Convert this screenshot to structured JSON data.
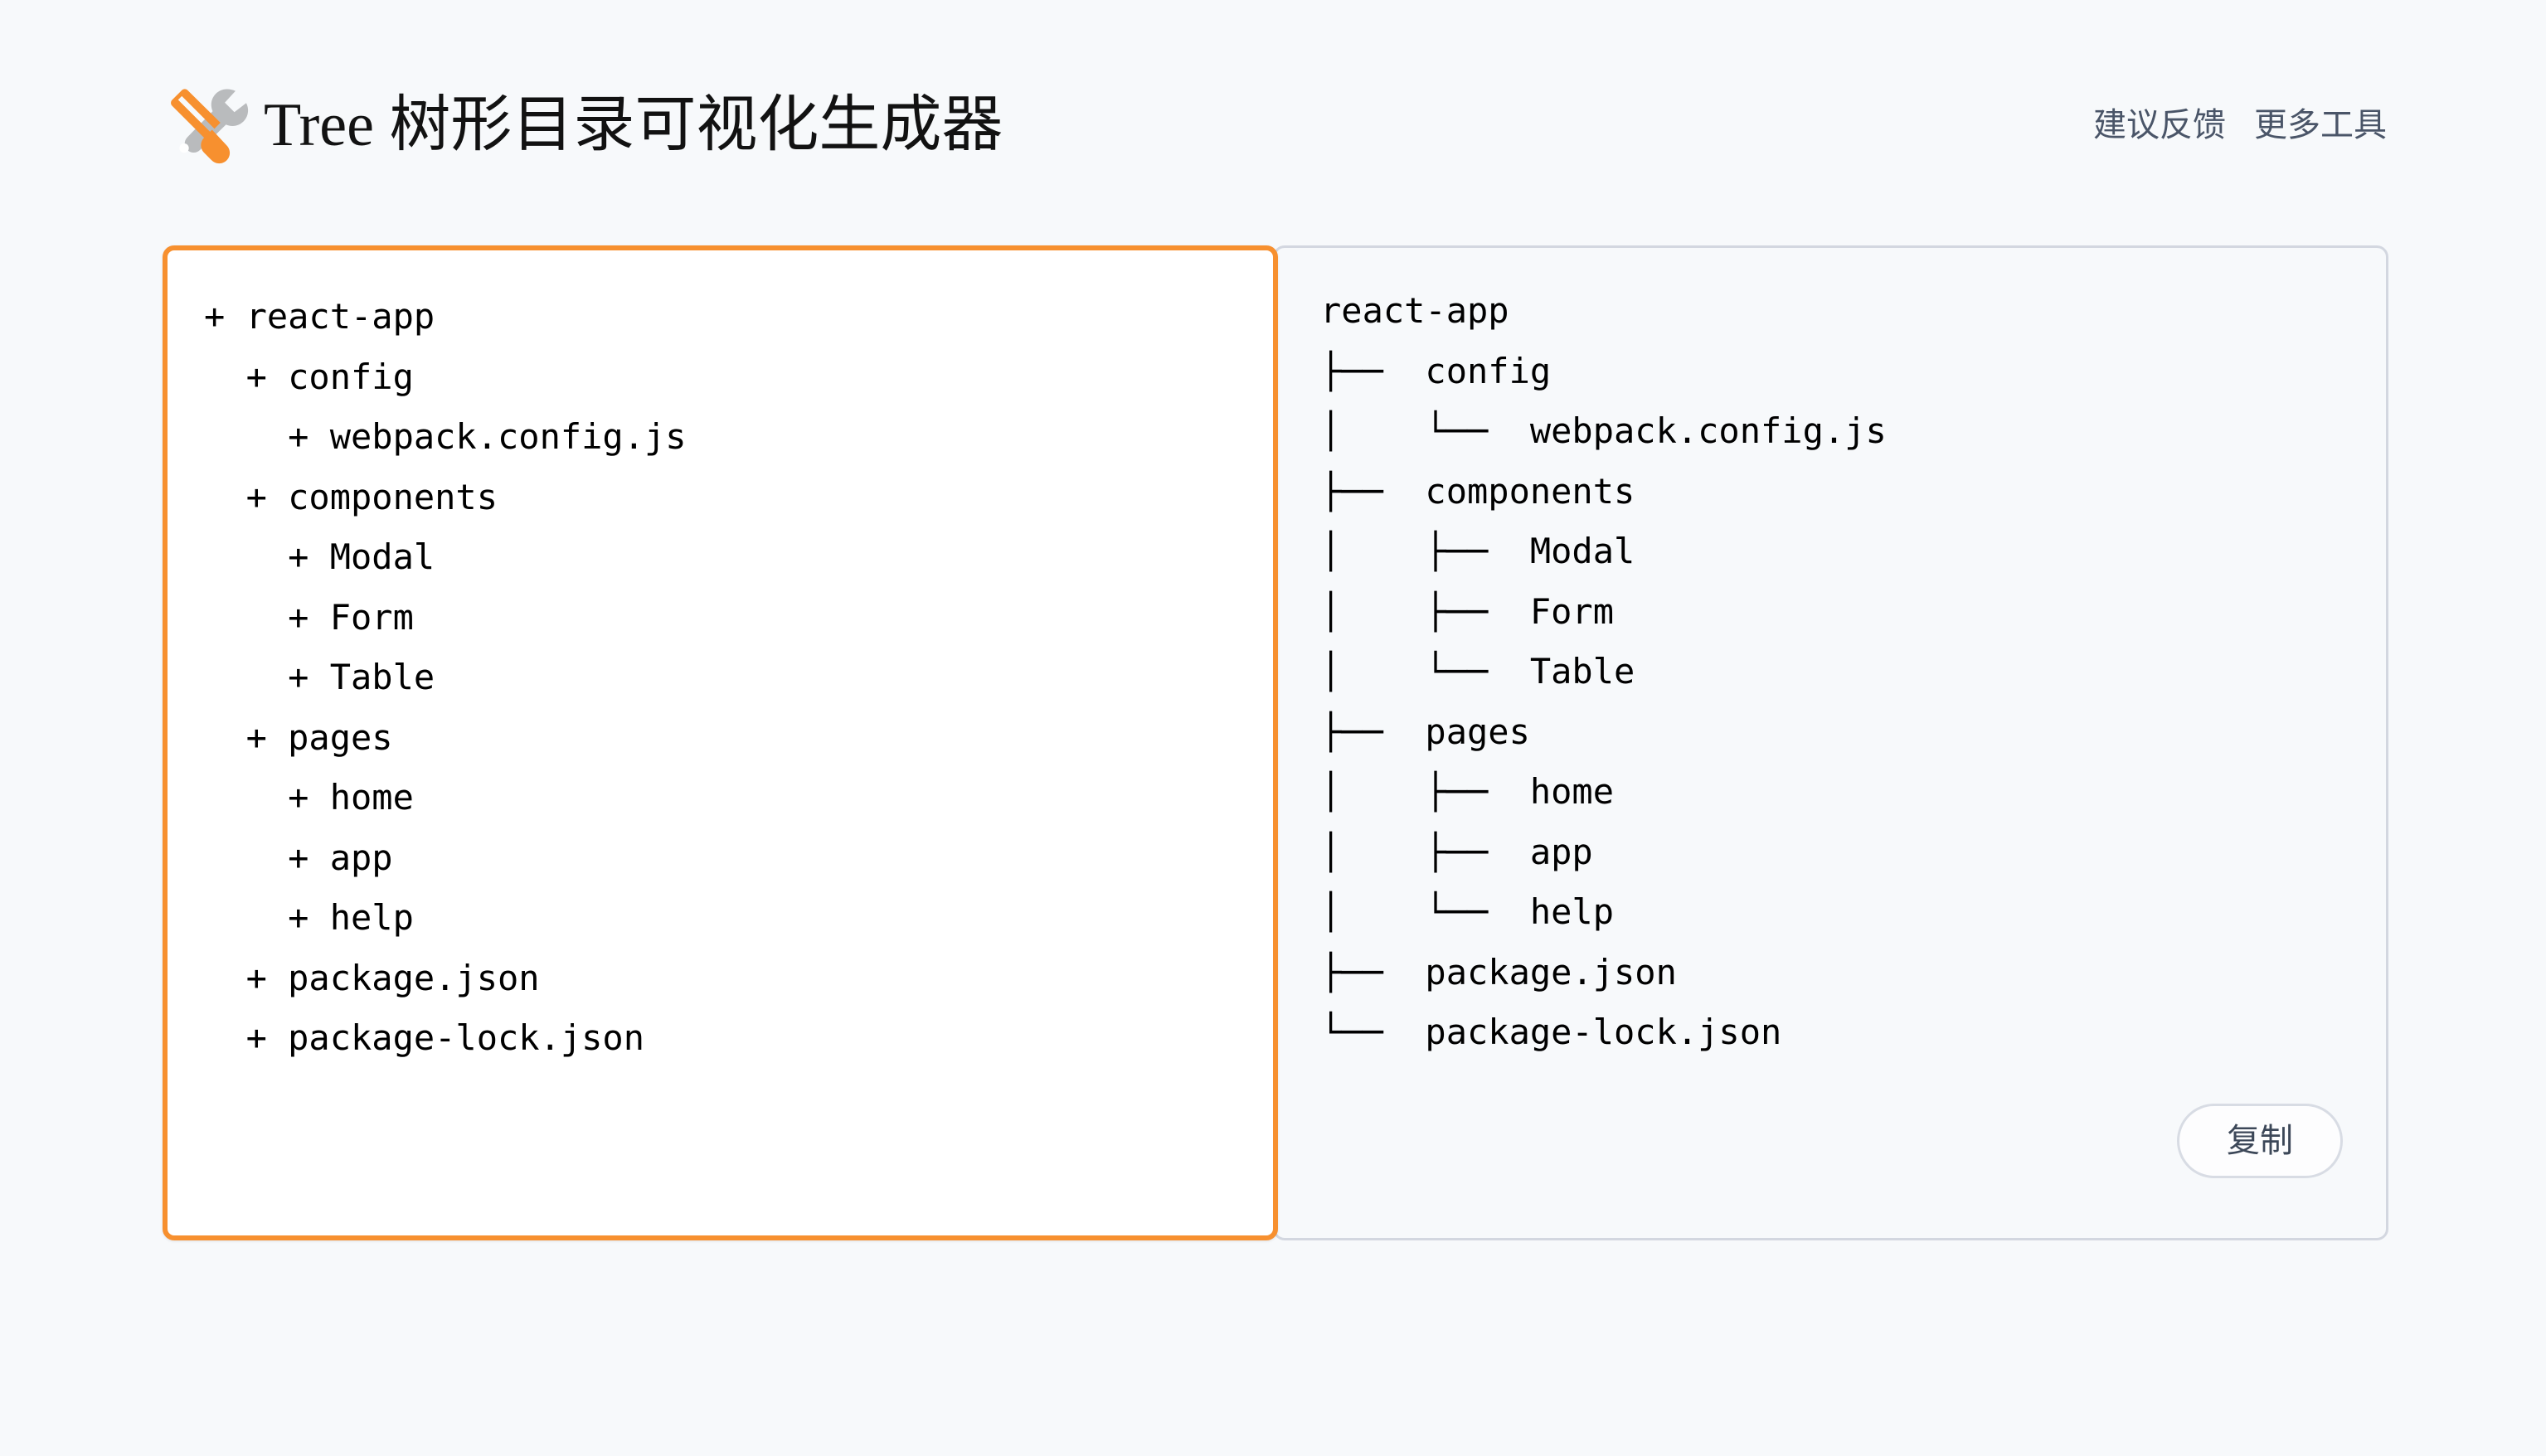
{
  "header": {
    "icon": "hammer-and-wrench-icon",
    "title": "Tree 树形目录可视化生成器",
    "links": [
      {
        "label": "建议反馈"
      },
      {
        "label": "更多工具"
      }
    ]
  },
  "colors": {
    "page_background": "#f7f9fb",
    "accent_orange": "#f7902f",
    "panel_border": "#d3d7e0",
    "text_primary": "#000000",
    "text_muted": "#4a5568",
    "button_border": "#d8dce4"
  },
  "input_panel": {
    "name": "tree-source-editor",
    "focused": true,
    "lines": [
      "+ react-app",
      "  + config",
      "    + webpack.config.js",
      "  + components",
      "    + Modal",
      "    + Form",
      "    + Table",
      "  + pages",
      "    + home",
      "    + app",
      "    + help",
      "  + package.json",
      "  + package-lock.json"
    ],
    "text": "+ react-app\n  + config\n    + webpack.config.js\n  + components\n    + Modal\n    + Form\n    + Table\n  + pages\n    + home\n    + app\n    + help\n  + package.json\n  + package-lock.json"
  },
  "output_panel": {
    "name": "tree-preview",
    "lines": [
      "react-app",
      "├──  config",
      "│    └──  webpack.config.js",
      "├──  components",
      "│    ├──  Modal",
      "│    ├──  Form",
      "│    └──  Table",
      "├──  pages",
      "│    ├──  home",
      "│    ├──  app",
      "│    └──  help",
      "├──  package.json",
      "└──  package-lock.json"
    ],
    "text": "react-app\n├──  config\n│    └──  webpack.config.js\n├──  components\n│    ├──  Modal\n│    ├──  Form\n│    └──  Table\n├──  pages\n│    ├──  home\n│    ├──  app\n│    └──  help\n├──  package.json\n└──  package-lock.json",
    "copy_button_label": "复制"
  }
}
